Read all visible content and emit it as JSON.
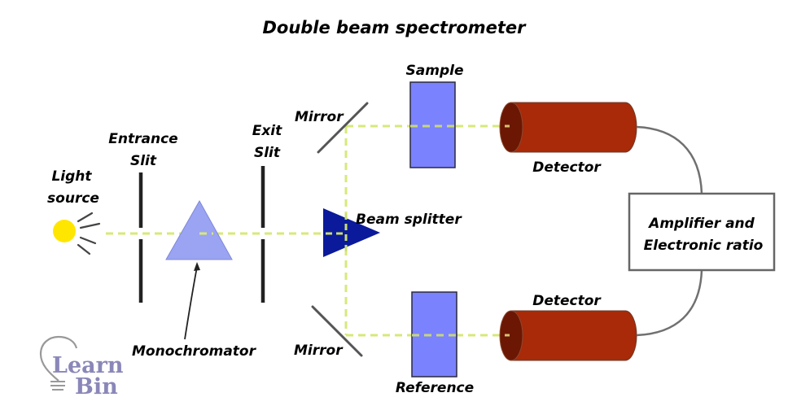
{
  "title": "Double beam spectrometer",
  "labels": {
    "light_source": [
      "Light",
      "source"
    ],
    "entrance_slit": [
      "Entrance",
      "Slit"
    ],
    "exit_slit": [
      "Exit",
      "Slit"
    ],
    "monochromator": "Monochromator",
    "mirror_top": "Mirror",
    "mirror_bottom": "Mirror",
    "beam_splitter": "Beam splitter",
    "sample": "Sample",
    "reference": "Reference",
    "detector_top": "Detector",
    "detector_bottom": "Detector",
    "amplifier": [
      "Amplifier and",
      "Electronic ratio"
    ]
  },
  "logo": {
    "line1": "Learn",
    "line2": "Bin"
  },
  "colors": {
    "light_source": "#ffe600",
    "beam": "#d8e87a",
    "prism": "#9aa4f2",
    "beam_splitter": "#0a1a9a",
    "cuvette": "#7b82fd",
    "detector_body": "#a82a08",
    "detector_face": "#6b1704",
    "wire": "#707070",
    "logo": "#8a87b8"
  }
}
